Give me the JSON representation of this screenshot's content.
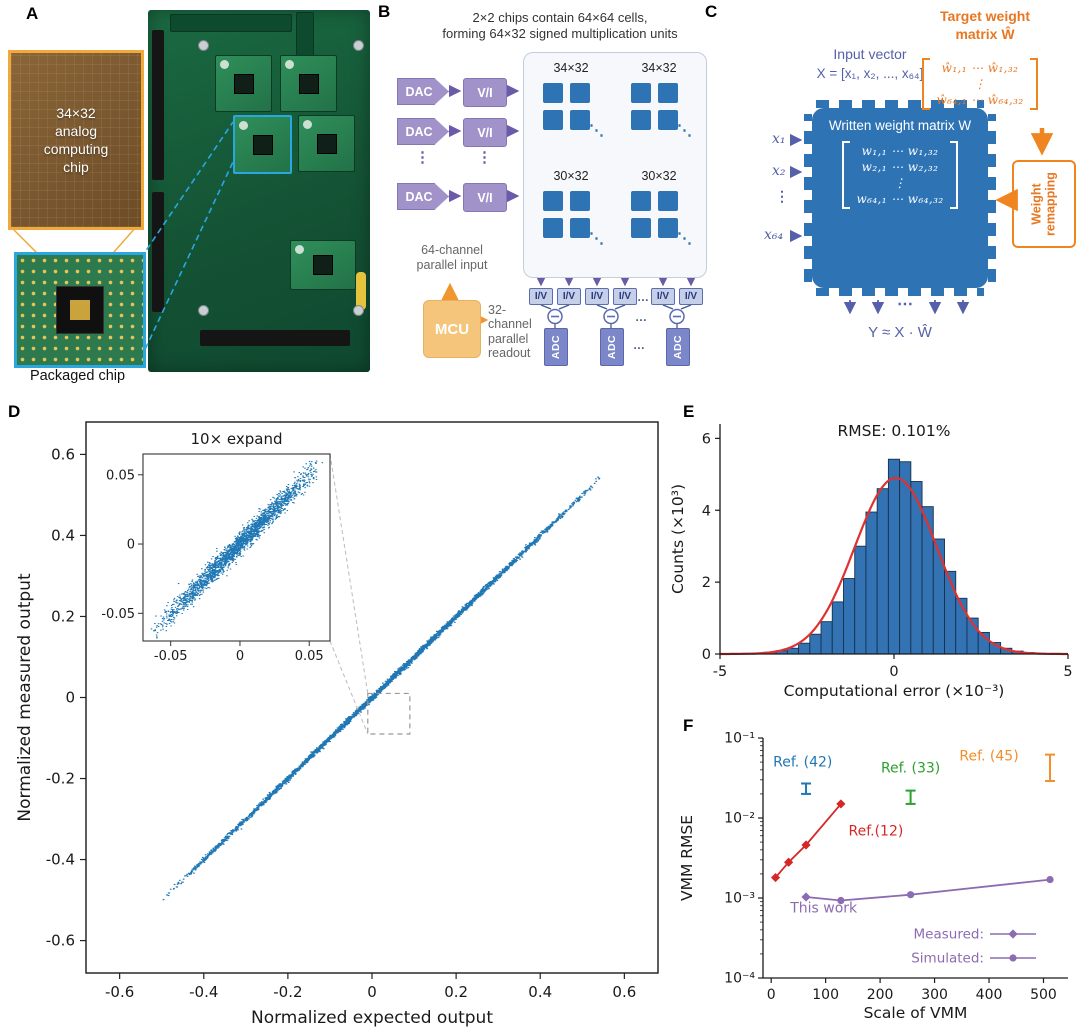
{
  "panelA": {
    "letter": "A",
    "chip_text": "34×32\nanalog\ncomputing\nchip",
    "packaged_label": "Packaged chip"
  },
  "panelB": {
    "letter": "B",
    "caption_line1": "2×2 chips contain 64×64 cells,",
    "caption_line2": "forming 64×32 signed multiplication units",
    "dac": "DAC",
    "vi": "V/I",
    "chips": [
      "34×32",
      "34×32",
      "30×32",
      "30×32"
    ],
    "vdots": "⋮",
    "ddots": "⋱",
    "hdots": "…",
    "iv": "I/V",
    "adc": "ADC",
    "mcu": "MCU",
    "input_caption": "64-channel\nparallel input",
    "readout_caption": "32-channel\nparallel\nreadout"
  },
  "panelC": {
    "letter": "C",
    "input_vector_title": "Input vector",
    "input_vector_eq": "X = [x₁, x₂, ..., x₆₄]",
    "x_labels": [
      "x₁",
      "x₂",
      "⋮",
      "x₆₄"
    ],
    "written_title": "Written weight matrix W",
    "w_rows": [
      "w₁,₁ ⋯ w₁,₃₂",
      "w₂,₁ ⋯ w₂,₃₂",
      "⋮",
      "w₆₄,₁ ⋯ w₆₄,₃₂"
    ],
    "target_title": "Target weight\nmatrix Ŵ",
    "what_rows": [
      "ŵ₁,₁ ⋯ ŵ₁,₃₂",
      "⋮",
      "ŵ₆₄,₁ ⋯ ŵ₆₄,₃₂"
    ],
    "remap_label": "Weight\nremapping",
    "bottom_dots": "⋯",
    "output_eq": "Y ≈ X · Ŵ"
  },
  "panelD": {
    "letter": "D"
  },
  "panelE": {
    "letter": "E"
  },
  "panelF": {
    "letter": "F"
  },
  "chart_data": [
    {
      "id": "scatter",
      "type": "scatter",
      "xlabel": "Normalized expected output",
      "ylabel": "Normalized measured output",
      "xlim": [
        -0.68,
        0.68
      ],
      "ylim": [
        -0.68,
        0.68
      ],
      "xticks": [
        -0.6,
        -0.4,
        -0.2,
        0,
        0.2,
        0.4,
        0.6
      ],
      "yticks": [
        -0.6,
        -0.4,
        -0.2,
        0,
        0.2,
        0.4,
        0.6
      ],
      "relation": "measured output equals expected output (identity line)",
      "color": "#1f77b4",
      "point_count": 4000,
      "x_range": [
        -0.5,
        0.55
      ],
      "noise_sd": 0.0035,
      "zoom_box": {
        "x0": -0.01,
        "x1": 0.09,
        "y0": -0.09,
        "y1": 0.01
      },
      "inset": {
        "title": "10× expand",
        "lim": [
          -0.07,
          0.065
        ],
        "ticks": [
          -0.05,
          0,
          0.05
        ],
        "point_count": 2500,
        "x_range": [
          -0.065,
          0.06
        ],
        "noise_sd": 0.004
      }
    },
    {
      "id": "hist",
      "type": "bar",
      "title": "RMSE: 0.101%",
      "xlabel": "Computational error (×10⁻³)",
      "ylabel": "Counts (×10³)",
      "xlim": [
        -5,
        5
      ],
      "ylim": [
        0,
        6.4
      ],
      "xticks": [
        -5,
        0,
        5
      ],
      "yticks": [
        0,
        2,
        4,
        6
      ],
      "bin_start": -5,
      "bin_width": 0.32258,
      "values": [
        0,
        0.01,
        0.02,
        0.03,
        0.05,
        0.09,
        0.16,
        0.3,
        0.55,
        0.9,
        1.45,
        2.1,
        3.0,
        3.95,
        4.6,
        5.42,
        5.35,
        4.8,
        4.1,
        3.2,
        2.3,
        1.55,
        1.0,
        0.6,
        0.32,
        0.16,
        0.08,
        0.04,
        0.02,
        0.01,
        0
      ],
      "bar_fill": "#3373b3",
      "bar_edge": "#17314f",
      "curve_color": "#e03131",
      "fit": {
        "type": "gaussian",
        "amplitude": 4.9,
        "mean": 0.05,
        "sigma": 1.18
      }
    },
    {
      "id": "vmm",
      "type": "line",
      "xlabel": "Scale of VMM",
      "ylabel": "VMM RMSE",
      "xlim": [
        -15,
        545
      ],
      "xticks": [
        0,
        100,
        200,
        300,
        400,
        500
      ],
      "ylog_exp": [
        -1,
        -4
      ],
      "ytick_exp": [
        -1,
        -2,
        -3,
        -4
      ],
      "ytick_labels": [
        "10⁻¹",
        "10⁻²",
        "10⁻³",
        "10⁻⁴"
      ],
      "series": [
        {
          "name": "Ref.(12)",
          "color": "#d62728",
          "marker": "diamond",
          "x": [
            8,
            32,
            64,
            128
          ],
          "y": [
            0.0018,
            0.0028,
            0.0046,
            0.015
          ]
        },
        {
          "name": "This work",
          "color": "#8c6bb1",
          "markers": [
            "diamond",
            "circle",
            "circle",
            "circle"
          ],
          "x": [
            64,
            128,
            256,
            512
          ],
          "y": [
            0.00103,
            0.00093,
            0.0011,
            0.0017
          ]
        }
      ],
      "errorbars": [
        {
          "name": "Ref. (42)",
          "color": "#1f77b4",
          "x": 64,
          "y_low": 0.02,
          "y_high": 0.027
        },
        {
          "name": "Ref. (33)",
          "color": "#2ca02c",
          "x": 256,
          "y_low": 0.015,
          "y_high": 0.022
        },
        {
          "name": "Ref. (45)",
          "color": "#f28e2b",
          "x": 512,
          "y_low": 0.029,
          "y_high": 0.062
        }
      ],
      "annotations": [
        {
          "text": "Ref. (42)",
          "color": "#1f77b4",
          "x": 58,
          "y": 0.044,
          "anchor": "middle"
        },
        {
          "text": "Ref. (33)",
          "color": "#2ca02c",
          "x": 256,
          "y": 0.037,
          "anchor": "middle"
        },
        {
          "text": "Ref. (45)",
          "color": "#f28e2b",
          "x": 400,
          "y": 0.052,
          "anchor": "middle"
        },
        {
          "text": "Ref.(12)",
          "color": "#d62728",
          "x": 142,
          "y": 0.006,
          "anchor": "start"
        },
        {
          "text": "This work",
          "color": "#8c6bb1",
          "x": 35,
          "y": 0.00066,
          "anchor": "start"
        }
      ],
      "legend": {
        "color": "#8c6bb1",
        "items": [
          {
            "label": "Measured:",
            "marker": "diamond"
          },
          {
            "label": "Simulated:",
            "marker": "circle"
          }
        ]
      }
    }
  ]
}
